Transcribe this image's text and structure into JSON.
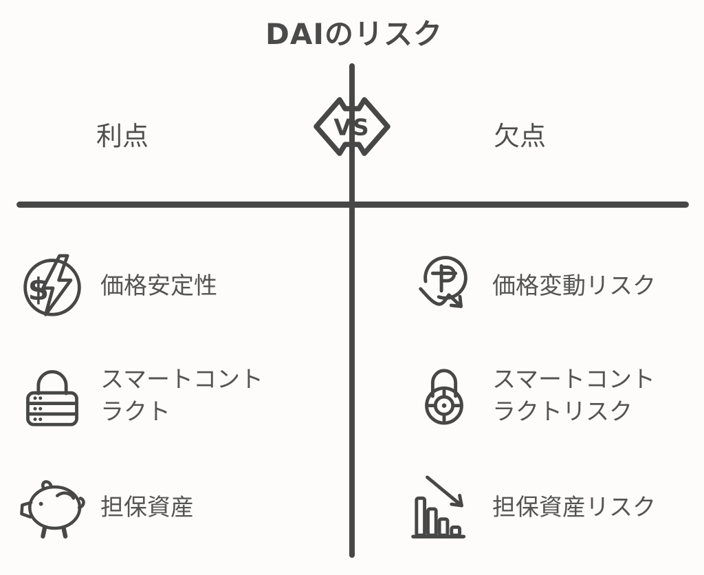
{
  "title": "DAIのリスク",
  "vs_badge": {
    "label": "VS"
  },
  "columns": {
    "left": {
      "header": "利点",
      "items": [
        {
          "icon": "dollar-lightning-icon",
          "label": "価格安定性"
        },
        {
          "icon": "secure-server-lock-icon",
          "label": "スマートコントラクト"
        },
        {
          "icon": "piggy-bank-icon",
          "label": "担保資産"
        }
      ]
    },
    "right": {
      "header": "欠点",
      "items": [
        {
          "icon": "peso-decline-arrow-icon",
          "label": "価格変動リスク"
        },
        {
          "icon": "lock-target-dial-icon",
          "label": "スマートコントラクトリスク"
        },
        {
          "icon": "declining-bar-chart-icon",
          "label": "担保資産リスク"
        }
      ]
    }
  },
  "icons": {
    "dollar_symbol": "$"
  },
  "colors": {
    "ink": "#474747",
    "text": "#545454",
    "background": "#fdfcfa"
  }
}
